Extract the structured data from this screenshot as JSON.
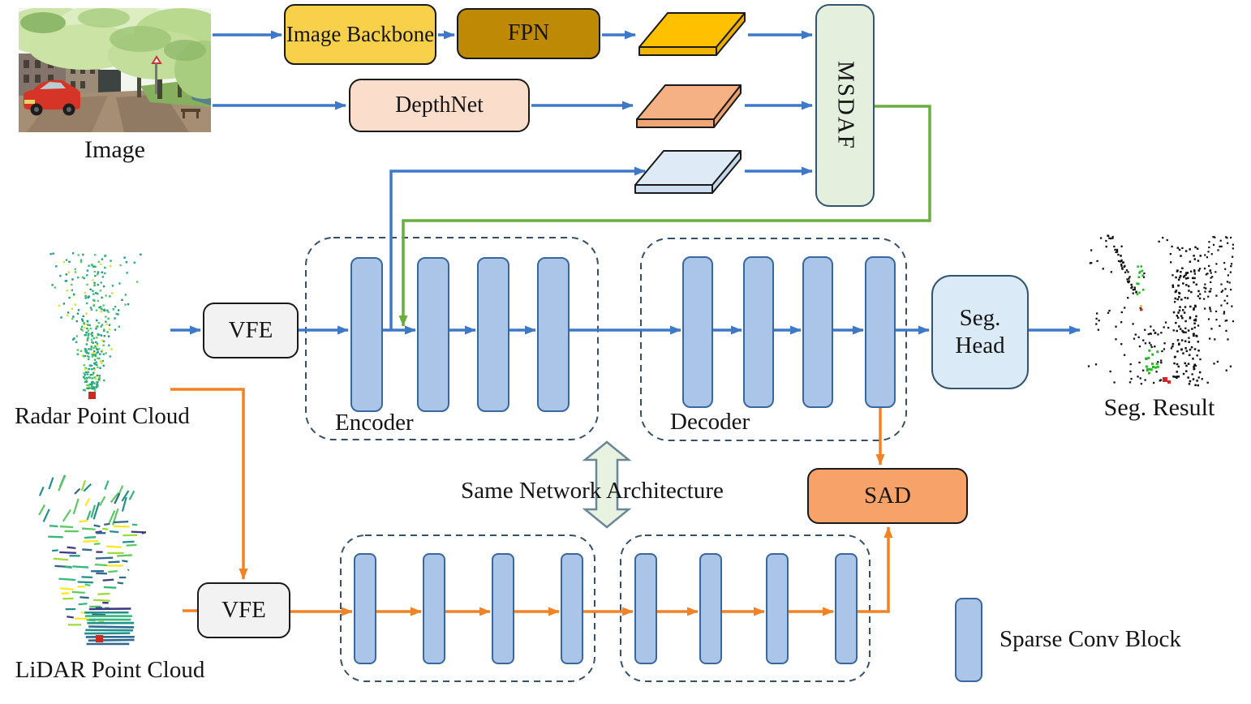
{
  "figure": {
    "type": "neural-network-architecture-diagram",
    "inputs": [
      "Image",
      "Radar Point Cloud",
      "LiDAR Point Cloud"
    ],
    "output": "Seg. Result"
  },
  "nodes": {
    "image_label": "Image",
    "image_backbone": "Image Backbone",
    "fpn": "FPN",
    "depthnet": "DepthNet",
    "msdaf": "MSDAF",
    "vfe": "VFE",
    "encoder": "Encoder",
    "decoder": "Decoder",
    "seg_head": "Seg. Head",
    "sad": "SAD",
    "radar_label": "Radar Point Cloud",
    "lidar_label": "LiDAR Point Cloud",
    "seg_result_label": "Seg. Result",
    "same_network_note": "Same Network Architecture",
    "legend_label": "Sparse Conv Block"
  },
  "colors": {
    "arrow_blue": "#3E78C8",
    "arrow_orange": "#F28224",
    "arrow_green": "#6AAE3D",
    "dashed_border": "#35506B",
    "conv_block_fill": "#ABC5E8",
    "conv_block_border": "#39689E",
    "image_backbone_fill": "#F8D04A",
    "fpn_fill": "#BE8A06",
    "depthnet_fill": "#FBDDCC",
    "msdaf_fill": "#E4F0DD",
    "vfe_fill": "#F2F2F2",
    "seg_head_fill": "#DBEAF7",
    "sad_fill": "#F7A268",
    "feature_slab_yellow": "#FFC000",
    "feature_slab_orange": "#F5B183",
    "feature_slab_blue": "#DEEAF6",
    "double_arrow_fill": "#E8F2E0",
    "double_arrow_border": "#6B8797"
  },
  "point_clouds": {
    "radar_palette": [
      "#1fa187",
      "#2ab07f",
      "#35b779",
      "#5ec962",
      "#21918c",
      "#dde318"
    ],
    "lidar_palette": [
      "#31688e",
      "#21918c",
      "#35b779",
      "#5ec962",
      "#a0da39",
      "#fde725",
      "#443983"
    ],
    "seg_palette": {
      "point": "#111111",
      "vegetation": "#22bb22",
      "object_red": "#dd2222",
      "object_yellow": "#ddcc22"
    },
    "ego_marker": "#cc2a20"
  }
}
